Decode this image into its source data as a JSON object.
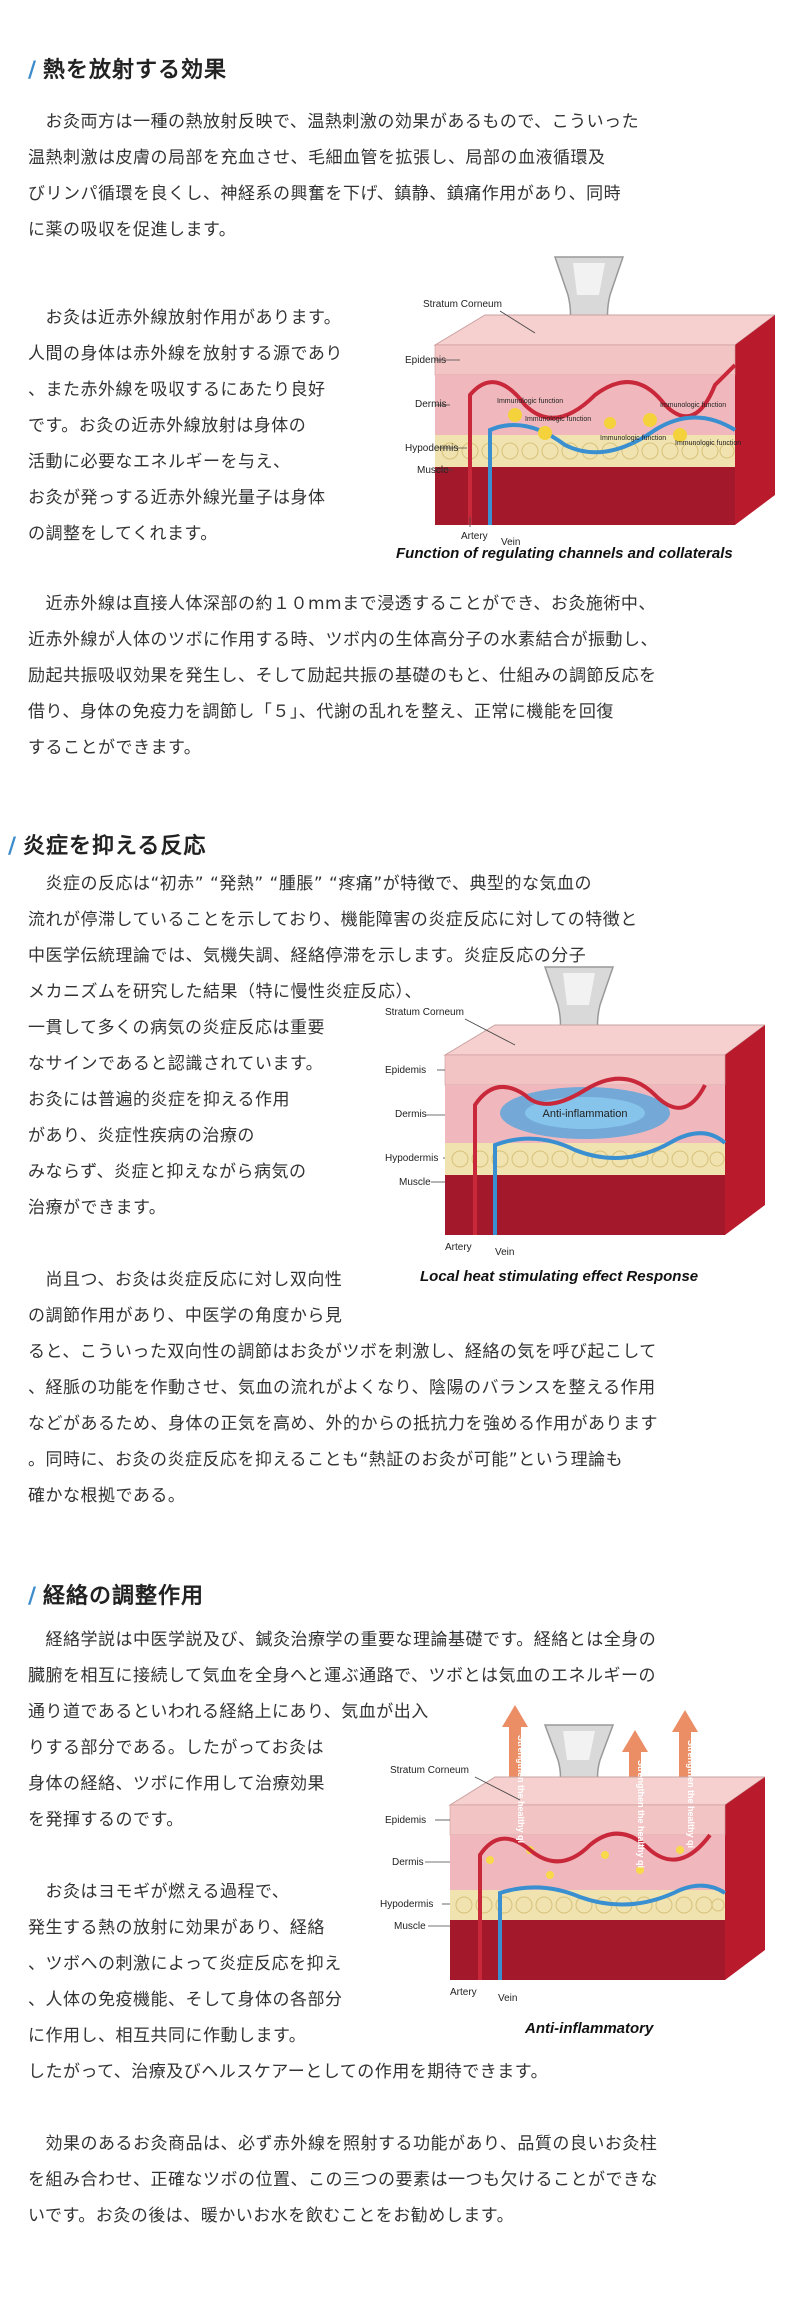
{
  "sections": [
    {
      "title": "熱を放射する効果",
      "intro": [
        "　お灸両方は一種の熱放射反映で、温熱刺激の効果があるもので、こういった",
        "温熱刺激は皮膚の局部を充血させ、毛細血管を拡張し、局部の血液循環及",
        "びリンパ循環を良くし、神経系の興奮を下げ、鎮静、鎮痛作用があり、同時",
        "に薬の吸収を促進します。"
      ],
      "side": [
        "　お灸は近赤外線放射作用があります。",
        "人間の身体は赤外線を放射する源であり",
        "、また赤外線を吸収するにあたり良好",
        "です。お灸の近赤外線放射は身体の",
        "活動に必要なエネルギーを与え、",
        "お灸が発っする近赤外線光量子は身体",
        "の調整をしてくれます。"
      ],
      "figure": {
        "labels": [
          "Stratum Corneum",
          "Epidemis",
          "Dermis",
          "Hypodermis",
          "Muscle",
          "Artery",
          "Vein"
        ],
        "inner_labels": [
          "Immunologic function",
          "Immunologic function",
          "Immunologic function",
          "Immunologic function",
          "Immunologic function"
        ],
        "caption": "Function of regulating channels and collaterals"
      },
      "outro": [
        "　近赤外線は直接人体深部の約１０mmまで浸透することができ、お灸施術中、",
        "近赤外線が人体のツボに作用する時、ツボ内の生体高分子の水素結合が振動し、",
        "励起共振吸収効果を発生し、そして励起共振の基礎のもと、仕組みの調節反応を",
        "借り、身体の免疫力を調節し「５」、代謝の乱れを整え、正常に機能を回復",
        "することができます。"
      ]
    },
    {
      "title": "炎症を抑える反応",
      "intro": [
        "　炎症の反応は“初赤” “発熱” “腫脹” “疼痛”が特徴で、典型的な気血の",
        "流れが停滞していることを示しており、機能障害の炎症反応に対しての特徴と",
        "中医学伝統理論では、気機失調、経絡停滞を示します。炎症反応の分子",
        "メカニズムを研究した結果（特に慢性炎症反応）、"
      ],
      "side": [
        "一貫して多くの病気の炎症反応は重要",
        "なサインであると認識されています。",
        "お灸には普遍的炎症を抑える作用",
        "があり、炎症性疾病の治療の",
        "みならず、炎症と抑えながら病気の",
        "治療ができます。",
        "",
        "　尚且つ、お灸は炎症反応に対し双向性",
        "の調節作用があり、中医学の角度から見"
      ],
      "figure": {
        "labels": [
          "Stratum Corneum",
          "Epidemis",
          "Dermis",
          "Hypodermis",
          "Muscle",
          "Artery",
          "Vein"
        ],
        "inner_label": "Anti-inflammation",
        "caption": "Local heat stimulating effect Response"
      },
      "outro": [
        "ると、こういった双向性の調節はお灸がツボを刺激し、経絡の気を呼び起こして",
        "、経脈の功能を作動させ、気血の流れがよくなり、陰陽のバランスを整える作用",
        "などがあるため、身体の正気を高め、外的からの抵抗力を強める作用があります",
        "。同時に、お灸の炎症反応を抑えることも“熱証のお灸が可能”という理論も",
        "確かな根拠である。"
      ]
    },
    {
      "title": "経絡の調整作用",
      "intro": [
        "　経絡学説は中医学説及び、鍼灸治療学の重要な理論基礎です。経絡とは全身の",
        "臓腑を相互に接続して気血を全身へと運ぶ通路で、ツボとは気血のエネルギーの",
        "通り道であるといわれる経絡上にあり、気血が出入"
      ],
      "side": [
        "りする部分である。したがってお灸は",
        "身体の経絡、ツボに作用して治療効果",
        "を発揮するのです。",
        "",
        "　お灸はヨモギが燃える過程で、",
        "発生する熱の放射に効果があり、経絡",
        "、ツボへの刺激によって炎症反応を抑え",
        "、人体の免疫機能、そして身体の各部分",
        "に作用し、相互共同に作動します。"
      ],
      "figure": {
        "labels": [
          "Stratum Corneum",
          "Epidemis",
          "Dermis",
          "Hypodermis",
          "Muscle",
          "Artery",
          "Vein"
        ],
        "arrow_labels": [
          "Strengthen the healthy qi",
          "Strengthen the healthy qi",
          "Strengthen the healthy qi"
        ],
        "caption": "Anti-inflammatory"
      },
      "outro": [
        "したがって、治療及びヘルスケアーとしての作用を期待できます。",
        "",
        "　効果のあるお灸商品は、必ず赤外線を照射する功能があり、品質の良いお灸柱",
        "を組み合わせ、正確なツボの位置、この三つの要素は一つも欠けることができな",
        "いです。お灸の後は、暖かいお水を飲むことをお勧めします。"
      ]
    }
  ],
  "colors": {
    "accent": "#3d8ccc",
    "skin": "#f3c6c8",
    "muscle": "#a3182a",
    "fat": "#f0e6b8",
    "artery": "#c8283a",
    "vein": "#3a8fd0"
  }
}
